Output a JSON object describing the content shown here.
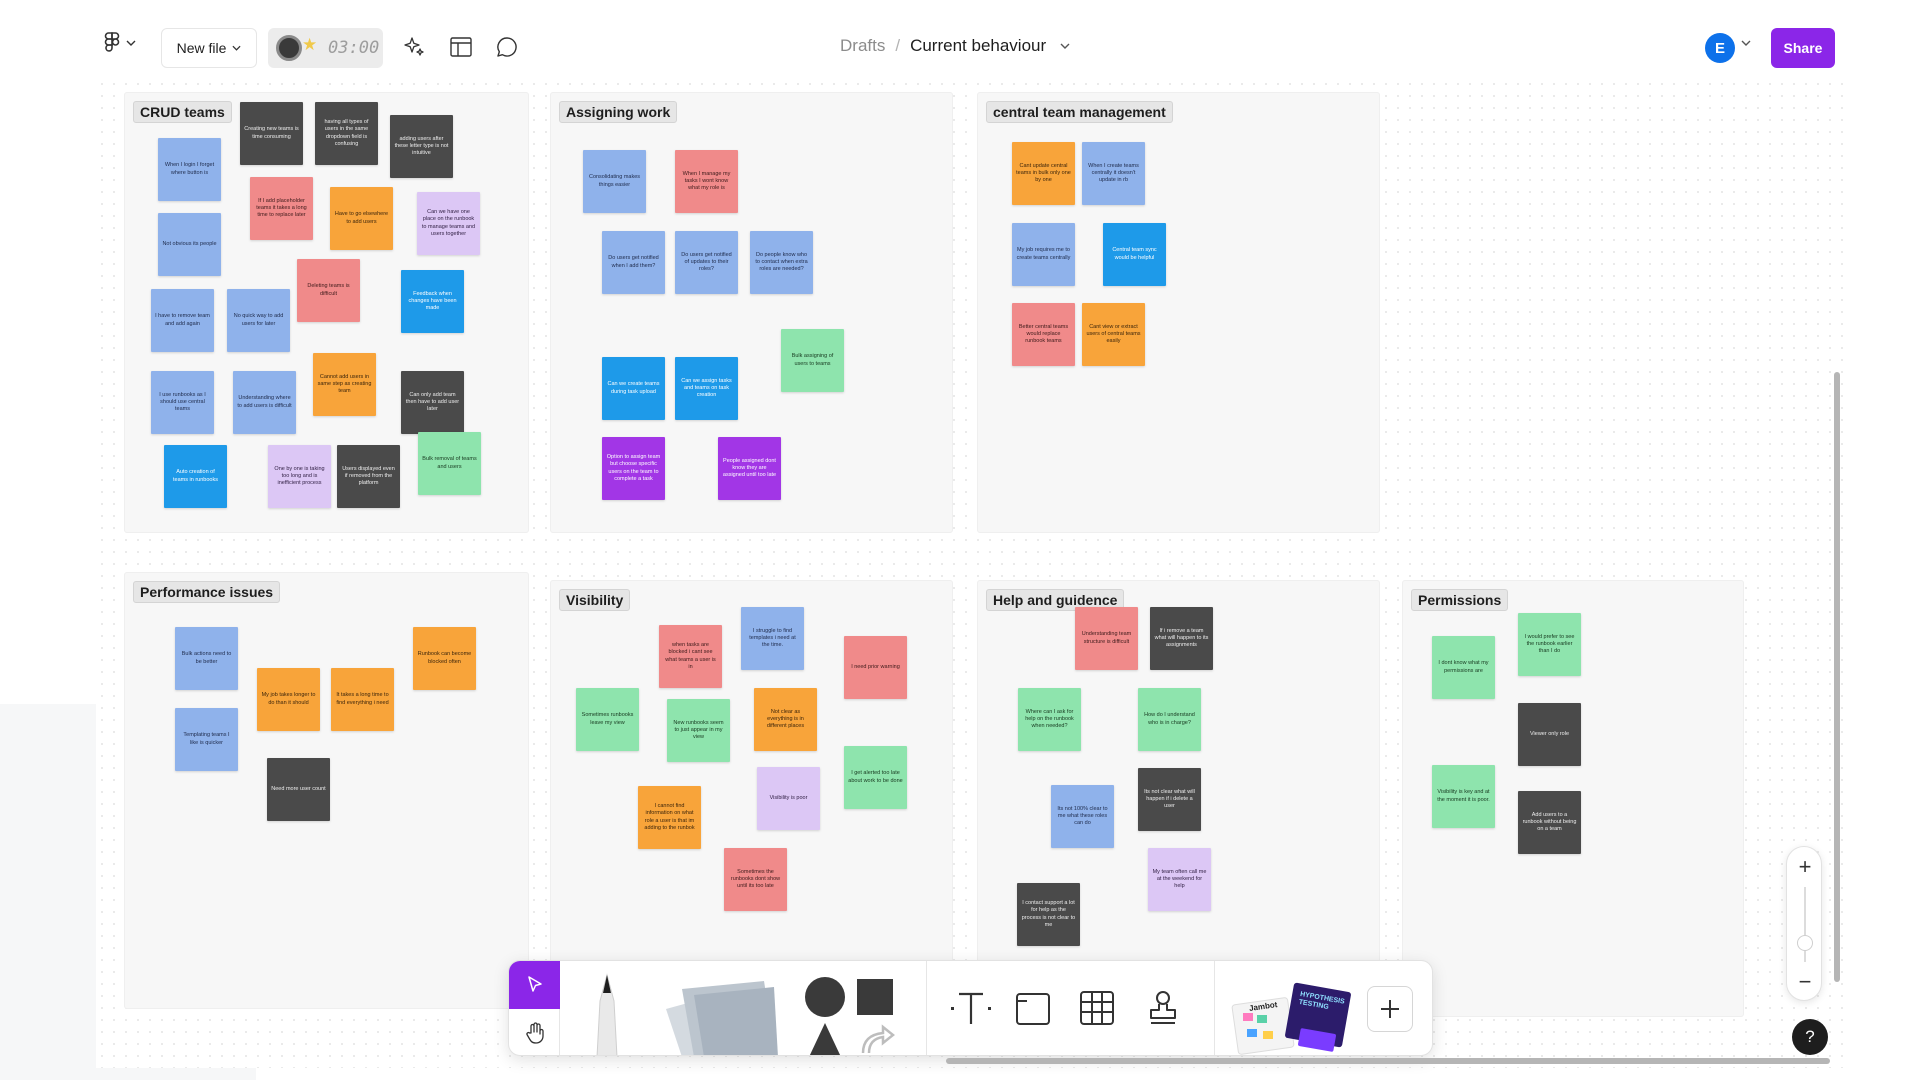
{
  "topbar": {
    "new_file_label": "New file",
    "timer_value": "03:00",
    "breadcrumb_parent": "Drafts",
    "breadcrumb_separator": "/",
    "breadcrumb_current": "Current behaviour",
    "avatar_initial": "E",
    "share_label": "Share"
  },
  "colors": {
    "accent": "#8b26e8",
    "avatar": "#0d71ea"
  },
  "sections": [
    {
      "title": "CRUD teams",
      "notes": [
        {
          "text": "Creating new teams is time consuming",
          "color": "gray"
        },
        {
          "text": "having all types of users in the same dropdown field is confusing",
          "color": "gray"
        },
        {
          "text": "adding users after these letter type is not intuitive",
          "color": "gray"
        },
        {
          "text": "When I login I forget where button is",
          "color": "blue"
        },
        {
          "text": "If I add placeholder teams it takes a long time to replace later",
          "color": "red"
        },
        {
          "text": "Have to go elsewhere to add users",
          "color": "orange"
        },
        {
          "text": "Can we have one place on the runbook to manage teams and users together",
          "color": "purple"
        },
        {
          "text": "Not obvious its people",
          "color": "blue"
        },
        {
          "text": "Deleting teams is difficult",
          "color": "red"
        },
        {
          "text": "Feedback when changes have been made",
          "color": "cyan"
        },
        {
          "text": "I have to remove team and add again",
          "color": "blue"
        },
        {
          "text": "No quick way to add users for later",
          "color": "blue"
        },
        {
          "text": "I use runbooks as I should use central teams",
          "color": "blue"
        },
        {
          "text": "Understanding where to add users is difficult",
          "color": "blue"
        },
        {
          "text": "Cannot add users in same step as creating team",
          "color": "orange"
        },
        {
          "text": "Can only add team then have to add user later",
          "color": "gray"
        },
        {
          "text": "Auto creation of teams in runbooks",
          "color": "cyan"
        },
        {
          "text": "One by one is taking too long and is inefficient process",
          "color": "purple"
        },
        {
          "text": "Users displayed even if removed from the platform",
          "color": "gray"
        },
        {
          "text": "Bulk removal of teams and users",
          "color": "green"
        }
      ]
    },
    {
      "title": "Assigning work",
      "notes": [
        {
          "text": "Consolidating makes things easier",
          "color": "blue"
        },
        {
          "text": "When I manage my tasks I wont know what my role is",
          "color": "red"
        },
        {
          "text": "Do users get notified when I add them?",
          "color": "blue"
        },
        {
          "text": "Do users get notified of updates to their roles?",
          "color": "blue"
        },
        {
          "text": "Do people know who to contact when extra roles are needed?",
          "color": "blue"
        },
        {
          "text": "Bulk assigning of users to teams",
          "color": "green"
        },
        {
          "text": "Can we create teams during task upload",
          "color": "cyan"
        },
        {
          "text": "Can we assign tasks and teams on task creation",
          "color": "cyan"
        },
        {
          "text": "Option to assign team but choose specific users on the team to complete a task",
          "color": "violet"
        },
        {
          "text": "People assigned dont know they are assigned until too late",
          "color": "violet"
        }
      ]
    },
    {
      "title": "central team management",
      "notes": [
        {
          "text": "Cant update central teams in bulk only one by one",
          "color": "orange"
        },
        {
          "text": "When I create teams centrally it doesn't update in rb",
          "color": "blue"
        },
        {
          "text": "My job requires me to create teams centrally",
          "color": "blue"
        },
        {
          "text": "Central team sync would be helpful",
          "color": "cyan"
        },
        {
          "text": "Better central teams would replace runbook teams",
          "color": "red"
        },
        {
          "text": "Cant view or extract users of central teams easily",
          "color": "orange"
        }
      ]
    },
    {
      "title": "Performance issues",
      "notes": [
        {
          "text": "Bulk actions need to be better",
          "color": "blue"
        },
        {
          "text": "Runbook can become blocked often",
          "color": "orange"
        },
        {
          "text": "My job takes longer to do than it should",
          "color": "orange"
        },
        {
          "text": "It takes a long time to find everything i need",
          "color": "orange"
        },
        {
          "text": "Templating teams I like is quicker",
          "color": "blue"
        },
        {
          "text": "Need more user count",
          "color": "gray"
        }
      ]
    },
    {
      "title": "Visibility",
      "notes": [
        {
          "text": "I struggle to find templates i need at the time.",
          "color": "blue"
        },
        {
          "text": "when tasks are blocked i cant see what teams a user is in",
          "color": "red"
        },
        {
          "text": "I need prior warning",
          "color": "red"
        },
        {
          "text": "Sometimes runbooks leave my view",
          "color": "green"
        },
        {
          "text": "New runbooks seem to just appear in my view",
          "color": "green"
        },
        {
          "text": "Not clear as everything is in different places",
          "color": "orange"
        },
        {
          "text": "I get alerted too late about work to be done",
          "color": "green"
        },
        {
          "text": "Visibility is poor",
          "color": "purple"
        },
        {
          "text": "I cannot find information on what role a user is that im adding to the runbok",
          "color": "orange"
        },
        {
          "text": "Sometimes the runbooks dont show until its too late",
          "color": "red"
        }
      ]
    },
    {
      "title": "Help and guidence",
      "notes": [
        {
          "text": "Understanding team structure is difficult",
          "color": "red"
        },
        {
          "text": "If i remove a team what will happen to its assignments",
          "color": "gray"
        },
        {
          "text": "Where can I ask for help on the runbook when needed?",
          "color": "green"
        },
        {
          "text": "How do I understand who is in charge?",
          "color": "green"
        },
        {
          "text": "Its not 100% clear to me what these roles can do",
          "color": "blue"
        },
        {
          "text": "Its not clear what will happen if i delete a user",
          "color": "gray"
        },
        {
          "text": "My team often call me at the weekend for help",
          "color": "purple"
        },
        {
          "text": "I contact support a lot for help as the process is not clear to me",
          "color": "gray"
        }
      ]
    },
    {
      "title": "Permissions",
      "notes": [
        {
          "text": "I would prefer to see the runbook earlier than I do",
          "color": "green"
        },
        {
          "text": "I dont know what my permissions are",
          "color": "green"
        },
        {
          "text": "Viewer only role",
          "color": "gray"
        },
        {
          "text": "Visibility is key and at the moment it is poor.",
          "color": "green"
        },
        {
          "text": "Add users to a runbook without being on a team",
          "color": "gray"
        }
      ]
    }
  ],
  "toolbar": {
    "tools": [
      "move-tool",
      "hand-tool",
      "pen-tool",
      "sticky-tool",
      "shape-tool",
      "text-tool",
      "section-tool",
      "table-tool",
      "stamp-tool",
      "templates",
      "more"
    ],
    "template_card_labels": [
      "Jambot",
      "HYPOTHESIS TESTING"
    ]
  },
  "zoom": {
    "plus": "+",
    "minus": "−"
  },
  "help": {
    "label": "?"
  }
}
